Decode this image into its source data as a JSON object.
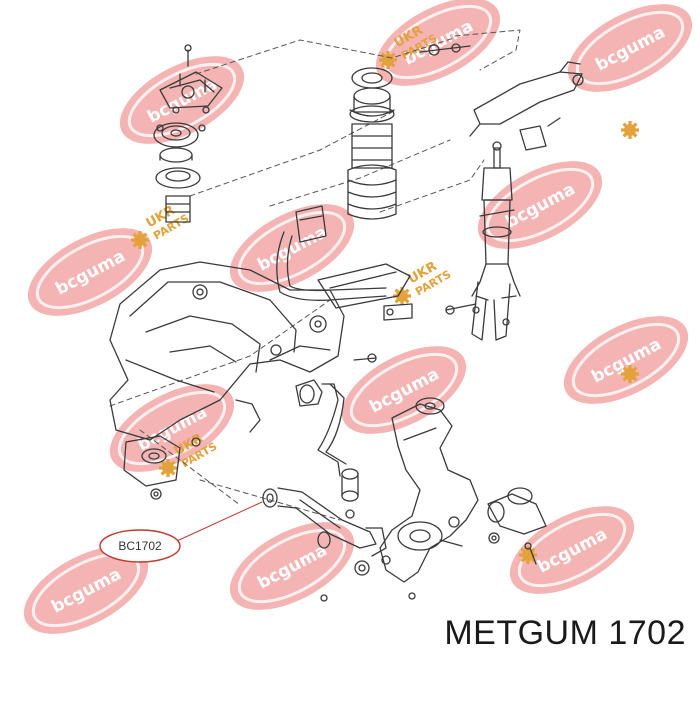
{
  "callout": {
    "part_code": "BC1702"
  },
  "watermarks": {
    "brand": "bcguma",
    "ukr_top": "UKR",
    "ukr_bottom": "PARTS"
  },
  "caption": {
    "text": "METGUM 1702"
  },
  "colors": {
    "watermark_fill": "#f3a7a7",
    "watermark_text": "#ffffff",
    "ukr_gear": "#e3a23a",
    "line_art": "#3a3a3a",
    "callout_ring": "#c0392b",
    "caption_text": "#1a1a1a"
  },
  "icons": {
    "watermark": "brand-oval-logo",
    "ukr": "gear-icon"
  }
}
